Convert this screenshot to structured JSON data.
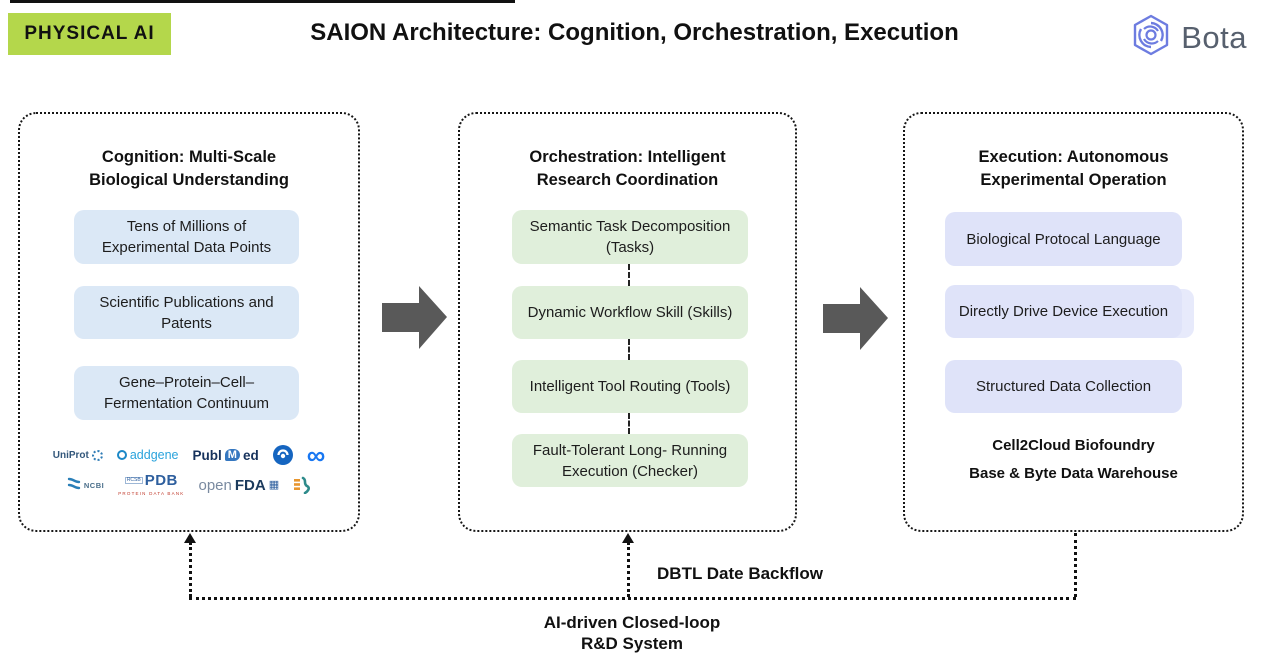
{
  "header": {
    "badge": "PHYSICAL AI",
    "title": "SAION Architecture: Cognition, Orchestration, Execution",
    "brand_name": "Bota"
  },
  "colors": {
    "badge_bg": "#b4d74b",
    "cognition_card": "#dbe8f6",
    "orchestration_card": "#e0efdb",
    "execution_card": "#dfe3f9",
    "arrow_gray": "#595959",
    "brand_icon_blue": "#6d7ce0",
    "brand_text_gray": "#57606e"
  },
  "columns": [
    {
      "title_line1": "Cognition: Multi-Scale",
      "title_line2": "Biological Understanding",
      "items": [
        "Tens of Millions of Experimental Data Points",
        "Scientific Publications and Patents",
        "Gene–Protein–Cell– Fermentation Continuum"
      ]
    },
    {
      "title_line1": "Orchestration: Intelligent",
      "title_line2": "Research Coordination",
      "items": [
        "Semantic Task Decomposition (Tasks)",
        "Dynamic Workflow Skill (Skills)",
        "Intelligent Tool Routing (Tools)",
        "Fault-Tolerant Long- Running Execution (Checker)"
      ]
    },
    {
      "title_line1": "Execution: Autonomous",
      "title_line2": "Experimental Operation",
      "items": [
        "Biological Protocal Language",
        "Directly Drive Device Execution",
        "Structured Data Collection"
      ],
      "footnote_line1": "Cell2Cloud Biofoundry",
      "footnote_line2": "Base & Byte Data Warehouse"
    }
  ],
  "logos": {
    "uniprot": "UniProt",
    "addgene": "addgene",
    "pubmed_part1": "Publ",
    "pubmed_m": "M",
    "pubmed_part2": "ed",
    "meta_infinity": "∞",
    "ncbi": "NCBI",
    "pdb_rcsb": "RCSB",
    "pdb": "PDB",
    "pdb_caption": "PROTEIN DATA BANK",
    "openfda_open": "open",
    "openfda_fda": "FDA",
    "openfda_grid": "▦"
  },
  "footer": {
    "backflow_label": "DBTL Date Backflow",
    "loop_label_line1": "AI-driven Closed-loop",
    "loop_label_line2": "R&D System"
  }
}
